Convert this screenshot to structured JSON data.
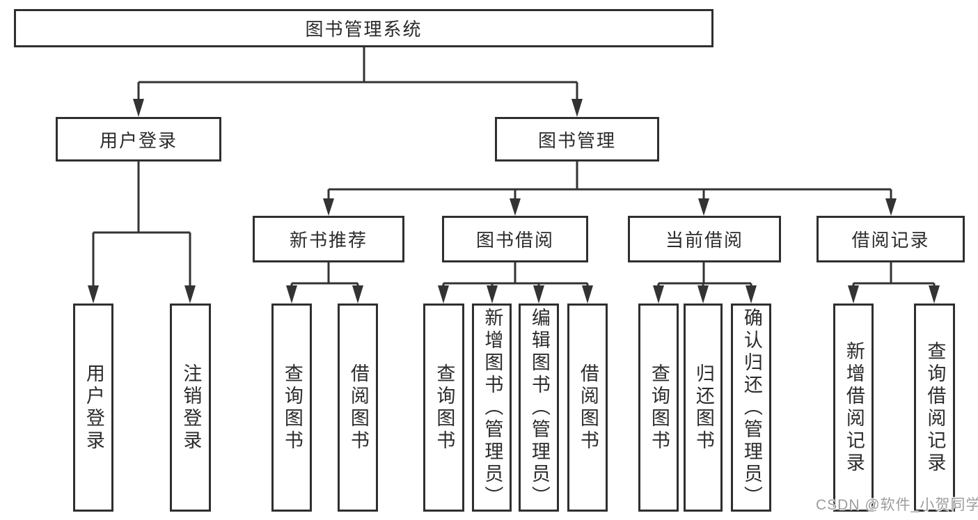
{
  "diagram_title": "图书管理系统",
  "nodes": {
    "root": {
      "label": "图书管理系统"
    },
    "level2": [
      {
        "label": "用户登录",
        "parent": "图书管理系统"
      },
      {
        "label": "图书管理",
        "parent": "图书管理系统"
      }
    ],
    "level3": [
      {
        "label": "新书推荐",
        "parent": "图书管理"
      },
      {
        "label": "图书借阅",
        "parent": "图书管理"
      },
      {
        "label": "当前借阅",
        "parent": "图书管理"
      },
      {
        "label": "借阅记录",
        "parent": "图书管理"
      }
    ],
    "level4": [
      {
        "label": "用户登录",
        "parent": "用户登录"
      },
      {
        "label": "注销登录",
        "parent": "用户登录"
      },
      {
        "label": "查询图书",
        "parent": "新书推荐"
      },
      {
        "label": "借阅图书",
        "parent": "新书推荐"
      },
      {
        "label": "查询图书",
        "parent": "图书借阅"
      },
      {
        "label": "新增图书（管理员）",
        "parent": "图书借阅"
      },
      {
        "label": "编辑图书（管理员）",
        "parent": "图书借阅"
      },
      {
        "label": "借阅图书",
        "parent": "图书借阅"
      },
      {
        "label": "查询图书",
        "parent": "当前借阅"
      },
      {
        "label": "归还图书",
        "parent": "当前借阅"
      },
      {
        "label": "确认归还（管理员）",
        "parent": "当前借阅"
      },
      {
        "label": "新增借阅记录",
        "parent": "借阅记录"
      },
      {
        "label": "查询借阅记录",
        "parent": "借阅记录"
      }
    ]
  },
  "watermark": {
    "text": "CSDN @软件_小贺同学"
  },
  "colors": {
    "line": "#333333",
    "box_border": "#2f2f2f",
    "text": "#2b2b2b",
    "watermark": "#9d9d9d",
    "background": "#ffffff"
  }
}
